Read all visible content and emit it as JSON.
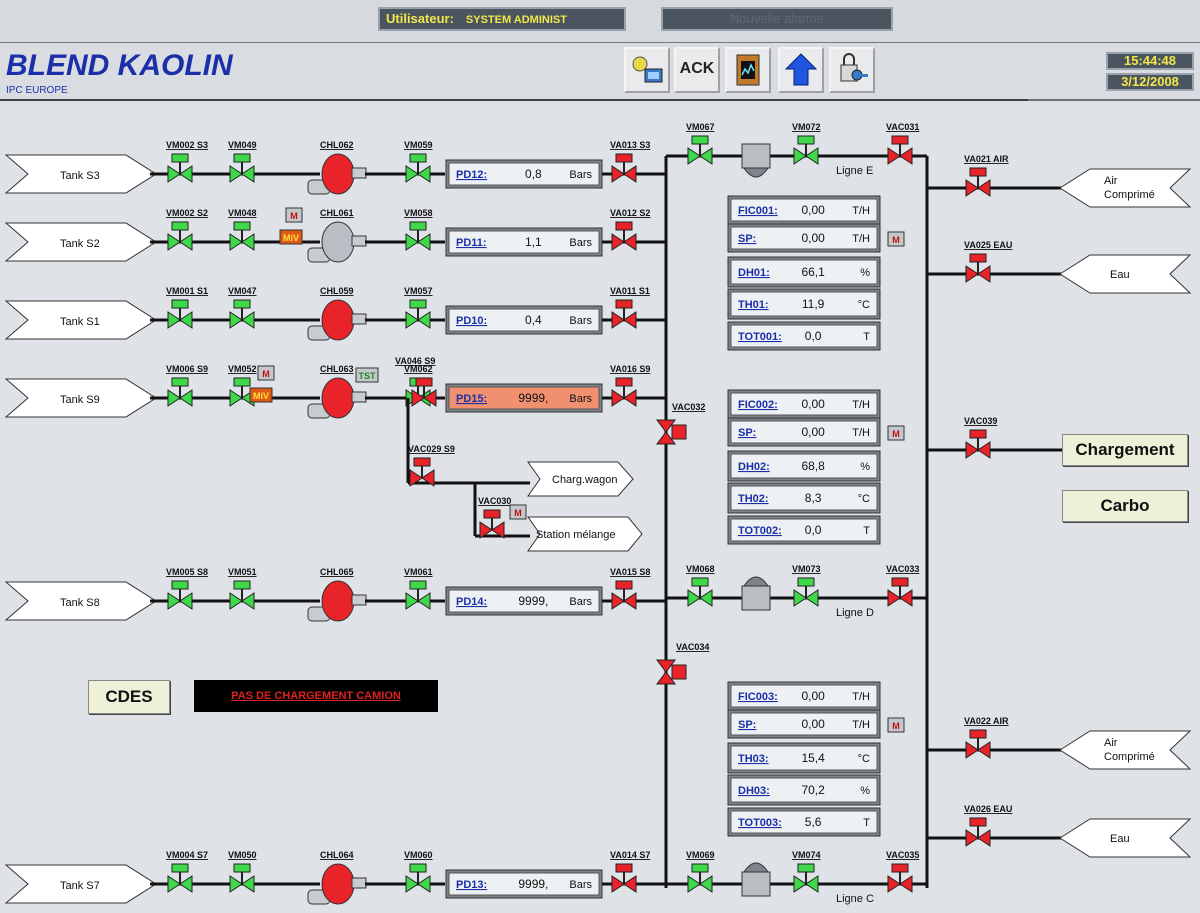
{
  "topbar": {
    "user_label": "Utilisateur:",
    "user_value": "SYSTEM ADMINIST",
    "alarm": "Nouvelle alarme"
  },
  "header": {
    "title": "BLEND KAOLIN",
    "subtitle": "IPC EUROPE",
    "ack_label": "ACK",
    "time": "15:44:48",
    "date": "3/12/2008"
  },
  "buttons": {
    "chargement": "Chargement",
    "carbo": "Carbo",
    "cdes": "CDES"
  },
  "message": "PAS DE CHARGEMENT CAMION",
  "tanks": [
    {
      "name": "Tank S3",
      "v1": "VM002 S3",
      "v2": "VM049",
      "pump": "CHL062",
      "v3": "VM059",
      "pd_label": "PD12:",
      "pd_value": "0,8",
      "unit": "Bars",
      "va": "VA013 S3"
    },
    {
      "name": "Tank S2",
      "v1": "VM002 S2",
      "v2": "VM048",
      "pump": "CHL061",
      "v3": "VM058",
      "pd_label": "PD11:",
      "pd_value": "1,1",
      "unit": "Bars",
      "va": "VA012 S2"
    },
    {
      "name": "Tank S1",
      "v1": "VM001 S1",
      "v2": "VM047",
      "pump": "CHL059",
      "v3": "VM057",
      "pd_label": "PD10:",
      "pd_value": "0,4",
      "unit": "Bars",
      "va": "VA011 S1"
    },
    {
      "name": "Tank S9",
      "v1": "VM006 S9",
      "v2": "VM052",
      "pump": "CHL063",
      "v3": "VM062",
      "pd_label": "PD15:",
      "pd_value": "9999,",
      "unit": "Bars",
      "va": "VA016 S9"
    },
    {
      "name": "Tank S8",
      "v1": "VM005 S8",
      "v2": "VM051",
      "pump": "CHL065",
      "v3": "VM061",
      "pd_label": "PD14:",
      "pd_value": "9999,",
      "unit": "Bars",
      "va": "VA015 S8"
    },
    {
      "name": "Tank S7",
      "v1": "VM004 S7",
      "v2": "VM050",
      "pump": "CHL064",
      "v3": "VM060",
      "pd_label": "PD13:",
      "pd_value": "9999,",
      "unit": "Bars",
      "va": "VA014 S7"
    }
  ],
  "s9_extra": {
    "va046": "VA046 S9",
    "va029": "VAC029 S9",
    "vac030": "VAC030",
    "charg_wagon": "Charg.wagon",
    "station": "Station mélange",
    "tst": "TST"
  },
  "mix_valves": {
    "vac032": "VAC032",
    "vac034": "VAC034"
  },
  "lines": [
    {
      "name": "Ligne E",
      "vin": "VM067",
      "vout": "VM072",
      "vac": "VAC031",
      "fic_label": "FIC001:",
      "fic_value": "0,00",
      "fic_unit": "T/H",
      "sp_label": "SP:",
      "sp_value": "0,00",
      "sp_unit": "T/H",
      "r3_label": "DH01:",
      "r3_value": "66,1",
      "r3_unit": "%",
      "r4_label": "TH01:",
      "r4_value": "11,9",
      "r4_unit": "°C",
      "tot_label": "TOT001:",
      "tot_value": "0,0",
      "tot_unit": "T"
    },
    {
      "name": "Ligne D",
      "vin": "VM068",
      "vout": "VM073",
      "vac": "VAC033",
      "fic_label": "FIC002:",
      "fic_value": "0,00",
      "fic_unit": "T/H",
      "sp_label": "SP:",
      "sp_value": "0,00",
      "sp_unit": "T/H",
      "r3_label": "DH02:",
      "r3_value": "68,8",
      "r3_unit": "%",
      "r4_label": "TH02:",
      "r4_value": "8,3",
      "r4_unit": "°C",
      "tot_label": "TOT002:",
      "tot_value": "0,0",
      "tot_unit": "T"
    },
    {
      "name": "Ligne C",
      "vin": "VM069",
      "vout": "VM074",
      "vac": "VAC035",
      "fic_label": "FIC003:",
      "fic_value": "0,00",
      "fic_unit": "T/H",
      "sp_label": "SP:",
      "sp_value": "0,00",
      "sp_unit": "T/H",
      "r3_label": "TH03:",
      "r3_value": "15,4",
      "r3_unit": "°C",
      "r4_label": "DH03:",
      "r4_value": "70,2",
      "r4_unit": "%",
      "tot_label": "TOT003:",
      "tot_value": "5,6",
      "tot_unit": "T"
    }
  ],
  "outputs": [
    {
      "valve": "VA021 AIR",
      "line1": "Air",
      "line2": "Comprimé"
    },
    {
      "valve": "VA025 EAU",
      "line1": "Eau",
      "line2": ""
    },
    {
      "valve": "VAC039",
      "line1": "",
      "line2": ""
    },
    {
      "valve": "VA022 AIR",
      "line1": "Air",
      "line2": "Comprimé"
    },
    {
      "valve": "VA026 EAU",
      "line1": "Eau",
      "line2": ""
    }
  ],
  "badges": {
    "m": "M",
    "miv": "MiV"
  },
  "colors": {
    "valve_green": "#3fd84a",
    "valve_red": "#e8232a",
    "pump_red": "#e8232a",
    "pump_off": "#b8bec4",
    "alarm_panel": "#f09070",
    "text_blue": "#1a2fa8",
    "clock_yellow": "#f2e64a"
  }
}
